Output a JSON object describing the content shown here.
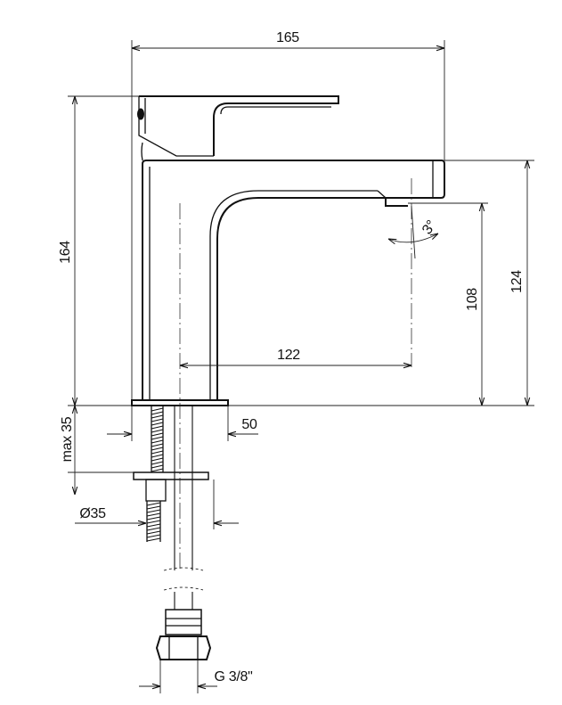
{
  "drawing": {
    "dimensions": {
      "overall_length": "165",
      "overall_height": "164",
      "spout_height_top": "124",
      "spout_outlet_height": "108",
      "spout_reach": "122",
      "angle": "3°",
      "max_deck_thickness": "max 35",
      "base_diameter": "50",
      "mounting_hole": "Ø35",
      "connection_thread": "G 3/8\""
    },
    "colors": {
      "line": "#111111",
      "background": "#ffffff"
    }
  }
}
